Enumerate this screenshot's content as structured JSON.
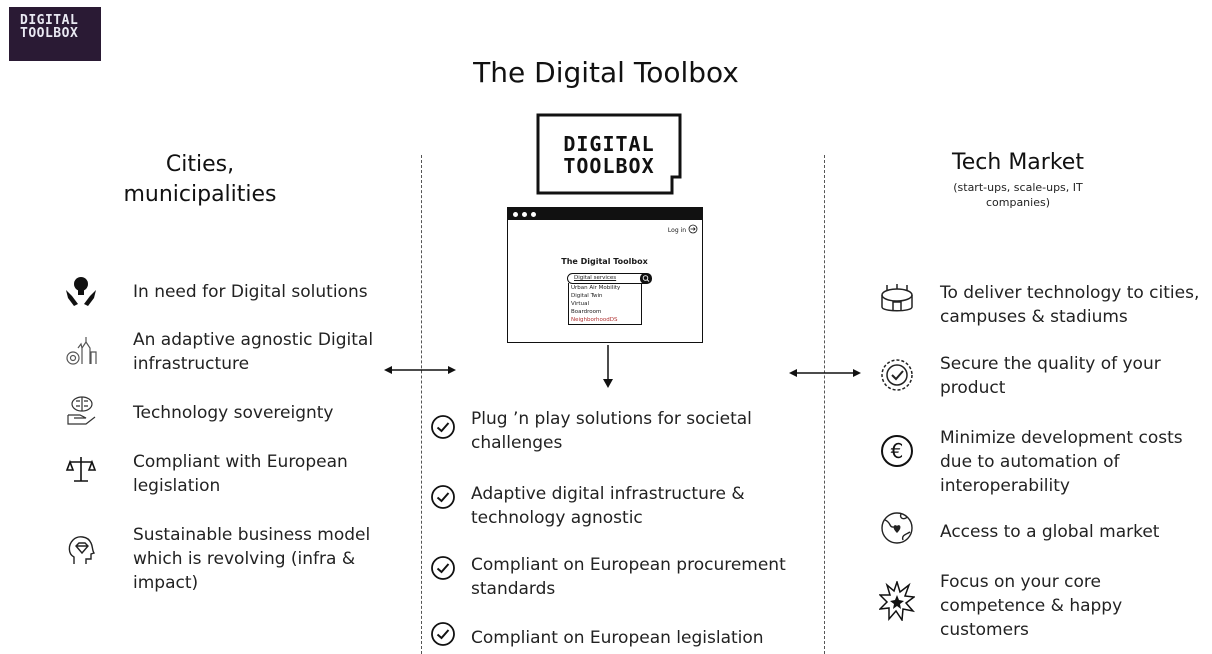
{
  "logo": {
    "line1": "DIGITAL",
    "line2": "TOOLBOX"
  },
  "title": "The Digital Toolbox",
  "left": {
    "heading_line1": "Cities,",
    "heading_line2": "municipalities",
    "items": [
      {
        "icon": "hand-lightbulb-icon",
        "text": "In need for Digital solutions"
      },
      {
        "icon": "city-gears-icon",
        "text": "An adaptive agnostic Digital infrastructure"
      },
      {
        "icon": "hand-brain-icon",
        "text": "Technology sovereignty"
      },
      {
        "icon": "scales-icon",
        "text": "Compliant with European legislation"
      },
      {
        "icon": "head-diamond-icon",
        "text": "Sustainable business model which is revolving (infra & impact)"
      }
    ]
  },
  "center": {
    "browser": {
      "login": "Log in",
      "title": "The Digital Toolbox",
      "search_value": "Digital services",
      "options": [
        "Urban Air Mobility",
        "Digital Twin",
        "Virtual",
        "Boardroom",
        "NeighborhoodDS"
      ]
    },
    "items": [
      {
        "icon": "check-circle-icon",
        "text": "Plug ’n play solutions for societal challenges"
      },
      {
        "icon": "check-circle-icon",
        "text": "Adaptive digital infrastructure & technology agnostic"
      },
      {
        "icon": "check-circle-icon",
        "text": "Compliant on European procurement standards"
      },
      {
        "icon": "check-circle-icon",
        "text": "Compliant on European legislation"
      }
    ]
  },
  "right": {
    "heading": "Tech Market",
    "subheading": "(start-ups, scale-ups, IT companies)",
    "items": [
      {
        "icon": "stadium-icon",
        "text": "To deliver technology to cities, campuses & stadiums"
      },
      {
        "icon": "quality-badge-icon",
        "text": "Secure the quality of your product"
      },
      {
        "icon": "euro-icon",
        "text": "Minimize development costs due to automation of interoperability"
      },
      {
        "icon": "globe-heart-icon",
        "text": "Access to a global market"
      },
      {
        "icon": "burst-icon",
        "text": "Focus on your core competence & happy customers"
      }
    ]
  }
}
